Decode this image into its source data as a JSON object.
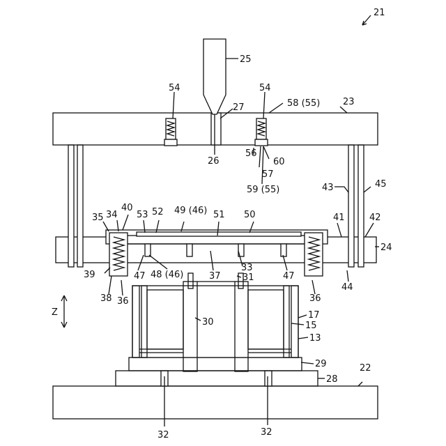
{
  "colors": {
    "line": "#111111",
    "background": "#ffffff"
  },
  "labels": {
    "l21": "21",
    "l25": "25",
    "l23": "23",
    "l54a": "54",
    "l54b": "54",
    "l27": "27",
    "l58": "58 (55)",
    "l26": "26",
    "l56": "56",
    "l60": "60",
    "l57": "57",
    "l59": "59 (55)",
    "l43": "43",
    "l45": "45",
    "l35": "35",
    "l34": "34",
    "l40": "40",
    "l53": "53",
    "l52": "52",
    "l49": "49 (46)",
    "l51": "51",
    "l50": "50",
    "l41": "41",
    "l42": "42",
    "l24": "24",
    "l39": "39",
    "l47a": "47",
    "l48": "48 (46)",
    "l37": "37",
    "l33": "33",
    "l47b": "47",
    "l44": "44",
    "l38": "38",
    "l36a": "36",
    "l31": "31",
    "l36b": "36",
    "lz": "Z",
    "l30": "30",
    "l17": "17",
    "l15": "15",
    "l13": "13",
    "l29": "29",
    "l22": "22",
    "l28": "28",
    "l32a": "32",
    "l32b": "32"
  }
}
